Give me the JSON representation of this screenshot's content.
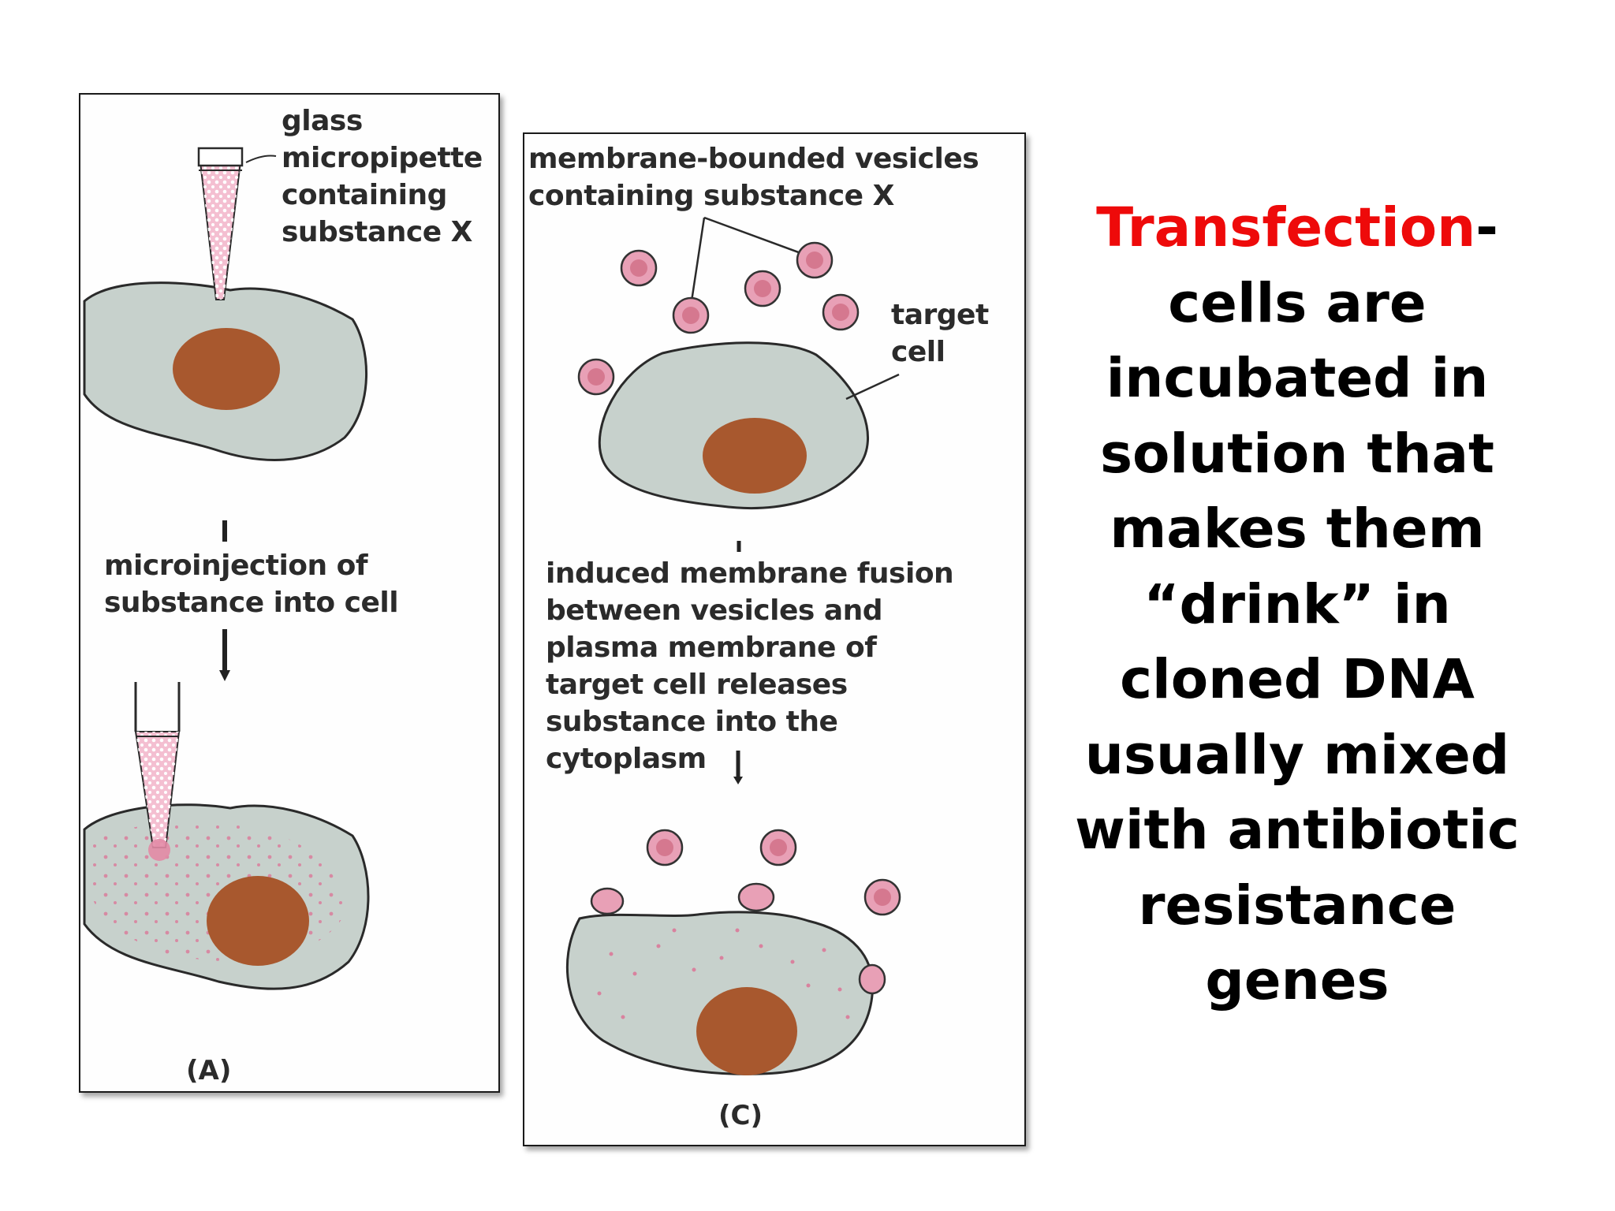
{
  "panel_a": {
    "pipette_label": "glass\nmicropipette\ncontaining\nsubstance X",
    "step_label": "microinjection of\nsubstance into cell",
    "caption": "(A)"
  },
  "panel_c": {
    "vesicles_label": "membrane-bounded vesicles\ncontaining substance X",
    "target_label": "target\ncell",
    "step_label": "induced membrane fusion\nbetween vesicles and\nplasma membrane of\ntarget cell releases\nsubstance into the\ncytoplasm",
    "caption": "(C)"
  },
  "text": {
    "keyword": "Transfection",
    "dash": "-",
    "body": "cells are incubated in solution that makes them “drink” in cloned DNA usually mixed with antibiotic resistance genes"
  },
  "colors": {
    "cell_fill": "#c7d1cc",
    "nucleus": "#a8582e",
    "vesicle": "#e8a0b6",
    "pipette_fill": "#f4bfd1",
    "keyword": "#ee0a0a"
  }
}
